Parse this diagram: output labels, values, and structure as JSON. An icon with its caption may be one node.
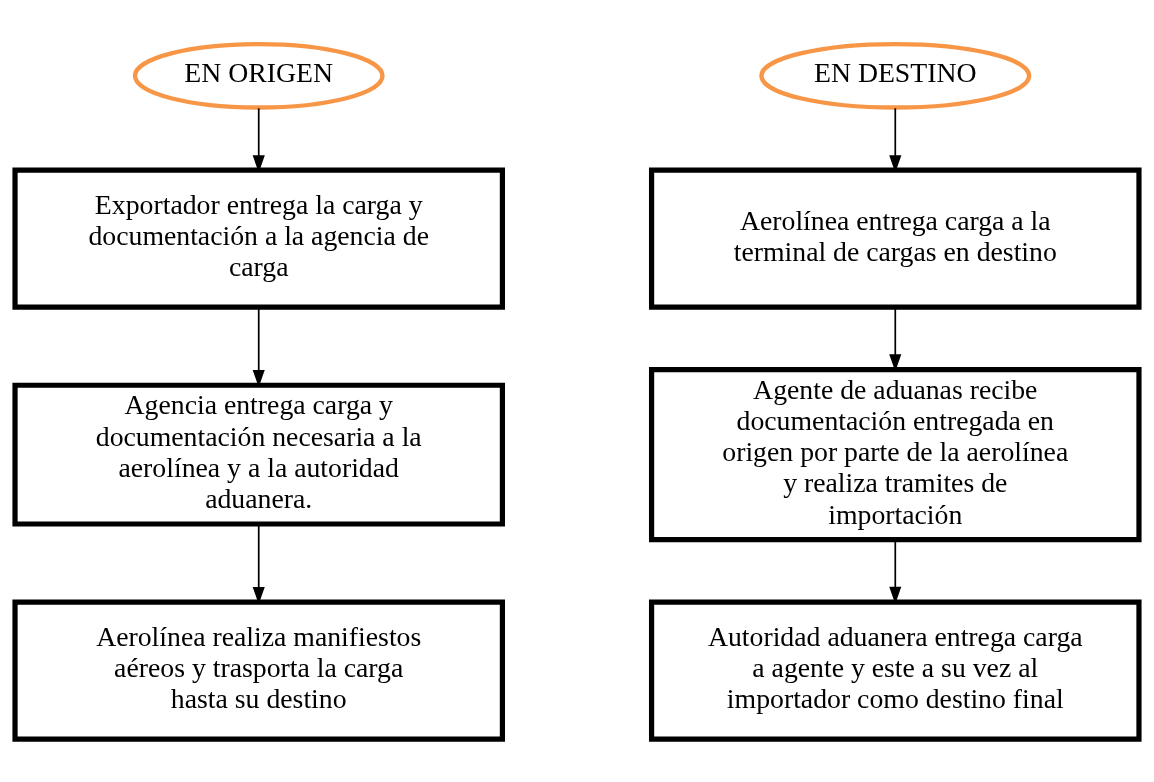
{
  "diagram": {
    "nodes": [
      {
        "text": [
          "EN ORIGEN"
        ]
      },
      {
        "text": [
          "Exportador entrega la carga y documentación a la agencia de carga"
        ]
      },
      {
        "text": [
          "Agencia entrega carga y documentación necesaria a la aerolínea y a la autoridad aduanera."
        ]
      },
      {
        "text": [
          "Aerolínea realiza manifiestos aéreos y trasporta la carga hasta su destino"
        ]
      },
      {
        "text": [
          "EN DESTINO"
        ]
      },
      {
        "text": [
          "Aerolínea entrega carga a la terminal de cargas en destino"
        ]
      },
      {
        "text": [
          "Agente de aduanas recibe documentación entregada en origen por parte de la aerolínea y realiza tramites de importación"
        ]
      },
      {
        "text": [
          "Autoridad aduanera entrega carga a agente y este a su vez al importador como destino final"
        ]
      }
    ],
    "edges": [
      {
        "from": 0,
        "to": 1,
        "arrow": "to"
      },
      {
        "from": 1,
        "to": 2,
        "arrow": "to"
      },
      {
        "from": 2,
        "to": 3,
        "arrow": "to"
      },
      {
        "from": 4,
        "to": 5,
        "arrow": "to"
      },
      {
        "from": 5,
        "to": 6,
        "arrow": "to"
      },
      {
        "from": 6,
        "to": 7,
        "arrow": "to"
      }
    ]
  }
}
